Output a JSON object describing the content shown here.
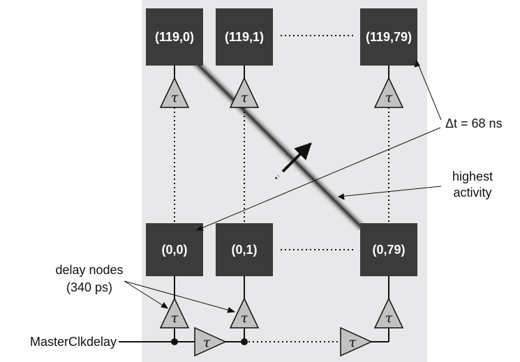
{
  "nodes": {
    "top_left": "(119,0)",
    "top_mid": "(119,1)",
    "top_right": "(119,79)",
    "bottom_left": "(0,0)",
    "bottom_mid": "(0,1)",
    "bottom_right": "(0,79)"
  },
  "tau_symbol": "τ",
  "labels": {
    "delta_t": "Δt = 68 ns",
    "highest": "highest",
    "activity": "activity",
    "delay_nodes": "delay nodes",
    "delay_ps": "(340 ps)",
    "master_clk": "MasterClkdelay"
  },
  "colors": {
    "panel": "#e8e8ea",
    "node": "#3b3b3b",
    "triangle": "#c2c2c2",
    "line": "#111111"
  }
}
